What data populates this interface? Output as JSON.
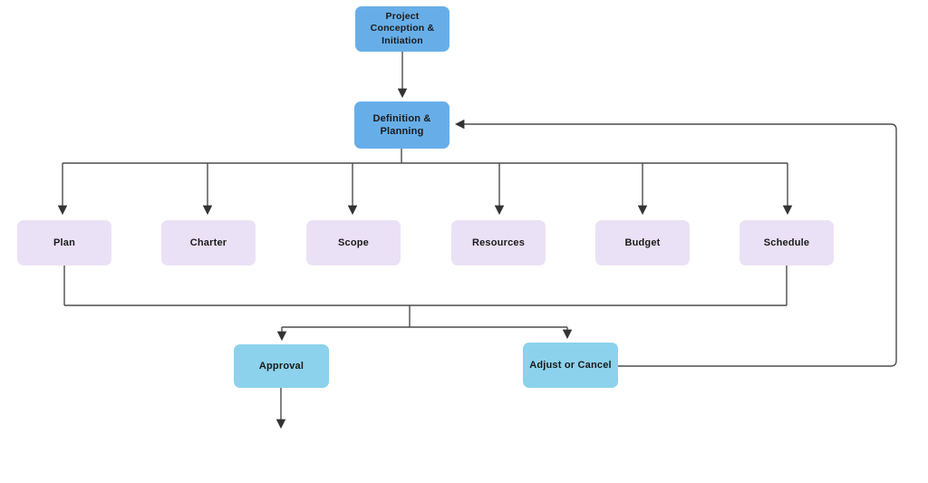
{
  "diagram": {
    "nodes": {
      "start": {
        "label": "Project Conception & Initiation"
      },
      "definition": {
        "label": "Definition & Planning"
      },
      "branches": [
        {
          "label": "Plan"
        },
        {
          "label": "Charter"
        },
        {
          "label": "Scope"
        },
        {
          "label": "Resources"
        },
        {
          "label": "Budget"
        },
        {
          "label": "Schedule"
        }
      ],
      "approval": {
        "label": "Approval"
      },
      "adjust": {
        "label": "Adjust or Cancel"
      }
    },
    "colors": {
      "primary_blue": "#67AEE9",
      "light_blue": "#8CD2EC",
      "lavender": "#EBE1F6",
      "line": "#4D4D4D",
      "text": "#1A1A1A",
      "background": "#FFFFFF"
    }
  }
}
